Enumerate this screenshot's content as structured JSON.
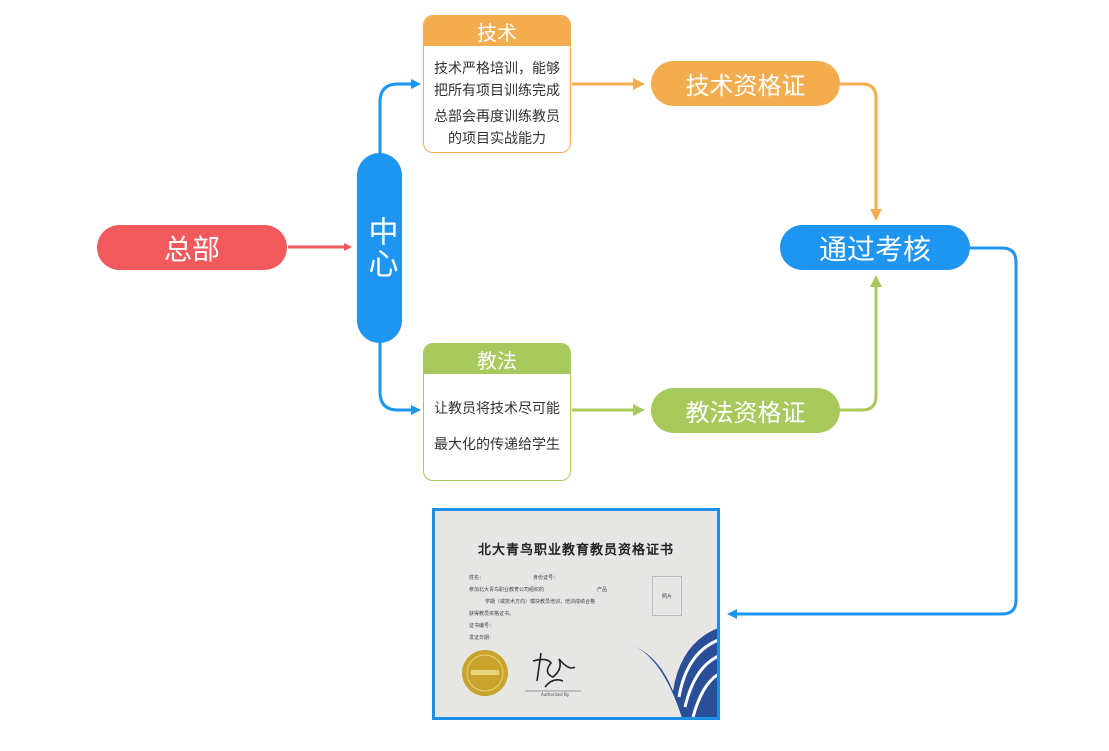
{
  "nodes": {
    "hq": "总部",
    "center": "中心",
    "pass": "通过考核",
    "tech_cert": "技术资格证",
    "teach_cert": "教法资格证"
  },
  "tech_box": {
    "title": "技术",
    "lines": [
      "技术严格培训，能够",
      "把所有项目训练完成",
      "总部会再度训练教员",
      "的项目实战能力"
    ]
  },
  "teach_box": {
    "title": "教法",
    "lines": [
      "让教员将技术尽可能",
      "最大化的传递给学生"
    ]
  },
  "certificate": {
    "title": "北大青鸟职业教育教员资格证书",
    "name_label": "姓名：",
    "id_label": "身份证号：",
    "line1": "参加北大青鸟职业教育公司组织的",
    "product_label": "产品",
    "line2": "学期（或技术方向）模块教员培训，培训成绩合格",
    "line3": "获得教员资格证书。",
    "cert_no_label": "证书编号：",
    "issue_date_label": "发证日期：",
    "photo_label": "照片",
    "authorized_by": "Authorized By"
  },
  "colors": {
    "red": "#f2595d",
    "blue": "#1e95f0",
    "orange": "#f3ad4f",
    "green": "#a8c95c"
  }
}
